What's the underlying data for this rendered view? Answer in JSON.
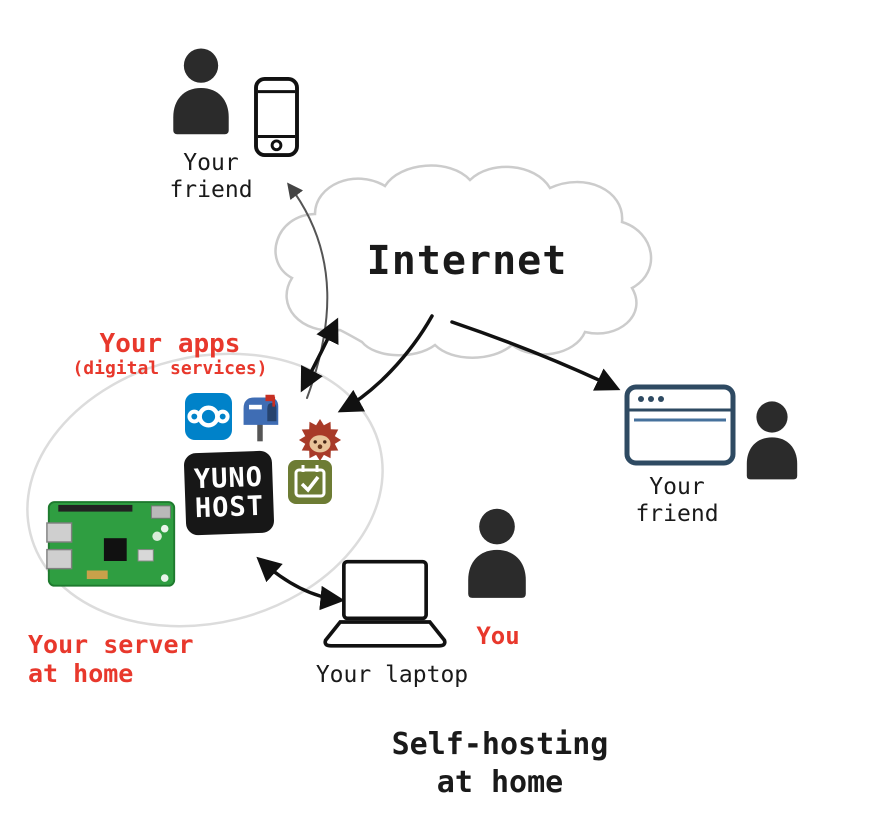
{
  "colors": {
    "red": "#e8382c",
    "ink": "#1a1a1a",
    "nextcloud-blue": "#0082c9",
    "calendar-olive": "#6d7c34",
    "browser-navy": "#2e4a62",
    "pi-green": "#2f9e41",
    "mailbox-blue": "#3f6db4",
    "hedgehog-red": "#a83a28",
    "yunohost-black": "#171717",
    "cloud-outline": "#cccccc",
    "ellipse-outline": "#dcdcdc"
  },
  "labels": {
    "internet": "Internet",
    "friend_top": [
      "Your",
      "friend"
    ],
    "friend_right": [
      "Your",
      "friend"
    ],
    "apps": [
      "Your apps",
      "(digital services)"
    ],
    "server": [
      "Your server",
      "at home"
    ],
    "you": "You",
    "laptop": "Your laptop",
    "title": [
      "Self-hosting",
      "at home"
    ],
    "yunohost_logo": [
      "YUNO",
      "HOST"
    ]
  },
  "icons": {
    "person-icon": "dark silhouette (head + shoulders)",
    "smartphone-icon": "outlined phone with home button",
    "cloud-icon": "outlined internet cloud",
    "nextcloud-icon": "blue square, three white circles",
    "mailbox-icon": "blue mailbox with red flag",
    "hedgehog-icon": "round spiky hedgehog badge",
    "yunohost-logo": "black square, white YUNO HOST",
    "calendar-icon": "olive square, white calendar check",
    "raspberry-pi-icon": "green single-board computer",
    "browser-window-icon": "navy outlined browser window",
    "laptop-icon": "outlined laptop",
    "arrow": "black connection arrows"
  }
}
